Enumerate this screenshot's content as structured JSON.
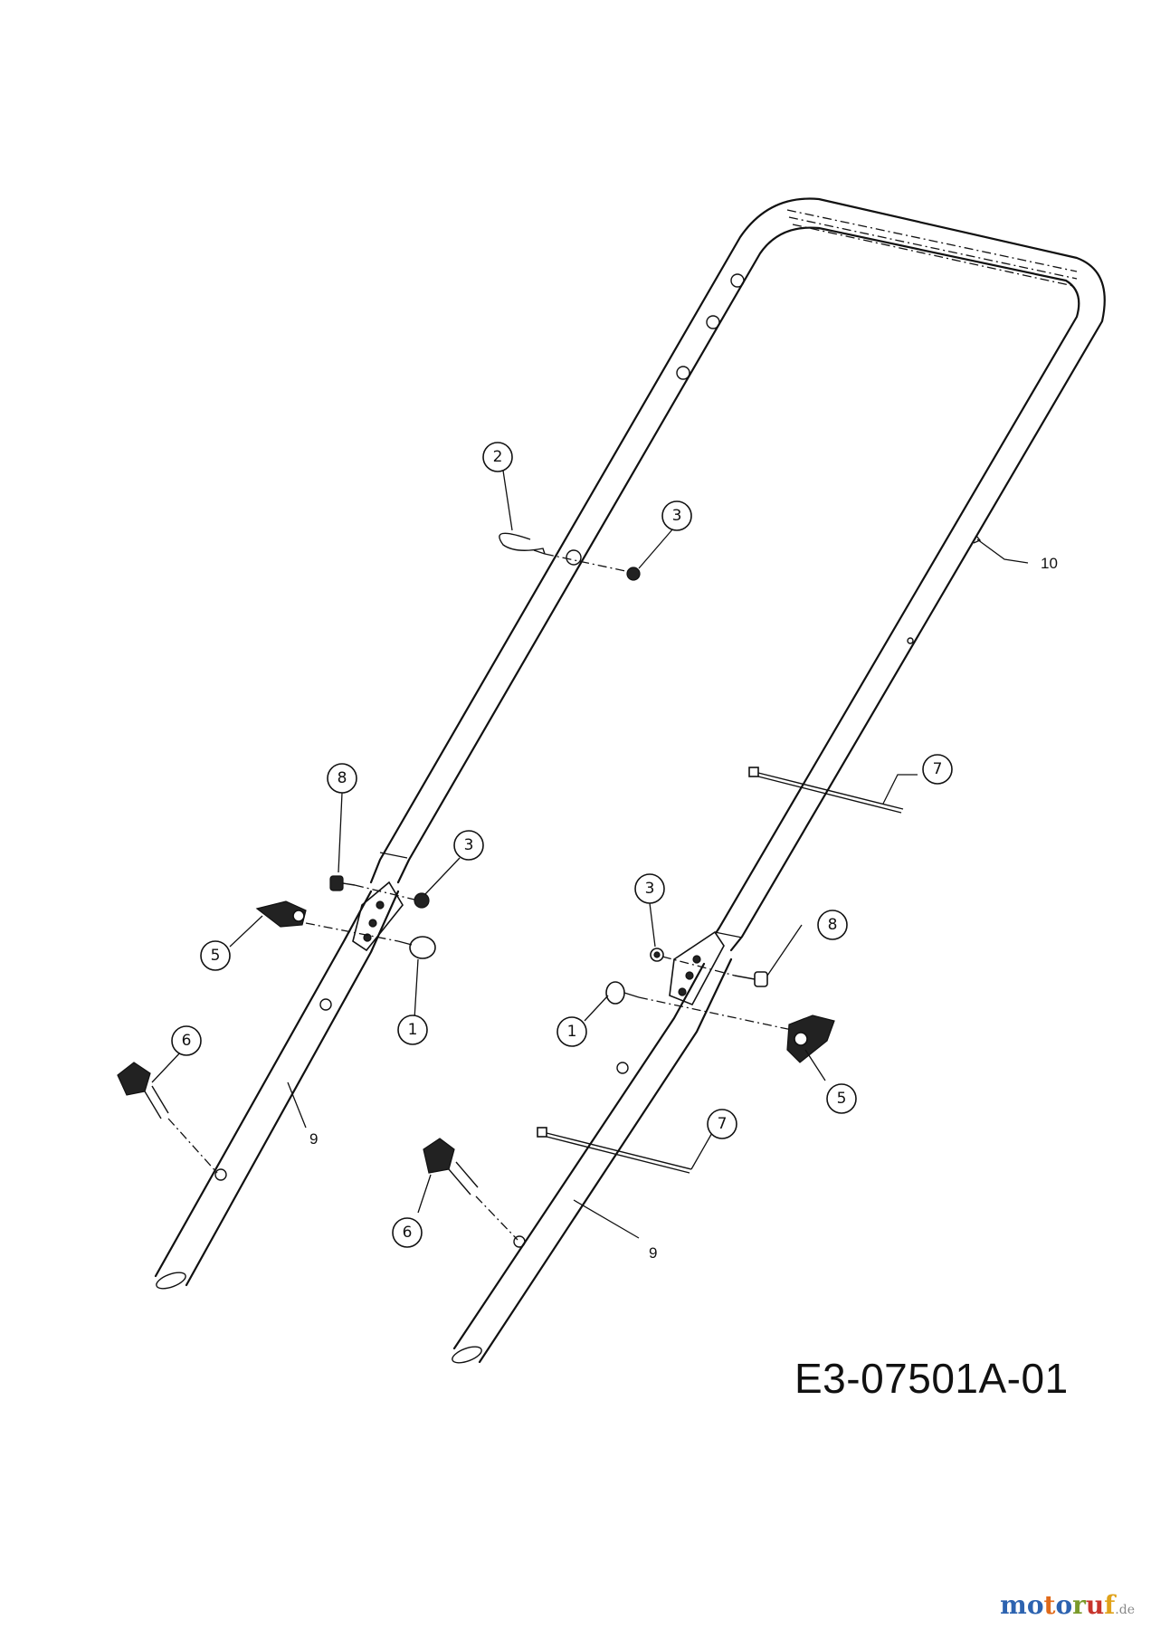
{
  "drawing_code": "E3-07501A-01",
  "watermark": {
    "text": "motoruf",
    "suffix": ".de",
    "letter_colors": [
      "#2d63b0",
      "#2d63b0",
      "#e06a1a",
      "#2d63b0",
      "#7a9a2a",
      "#c7342c",
      "#e0a21a"
    ]
  },
  "callouts": {
    "c2": "2",
    "c3a": "3",
    "c3b": "3",
    "c3c": "3",
    "c8a": "8",
    "c8b": "8",
    "c5a": "5",
    "c5b": "5",
    "c1a": "1",
    "c1b": "1",
    "c6a": "6",
    "c6b": "6",
    "c7a": "7",
    "c7b": "7"
  },
  "labels": {
    "l10": "10",
    "l9a": "9",
    "l9b": "9"
  }
}
